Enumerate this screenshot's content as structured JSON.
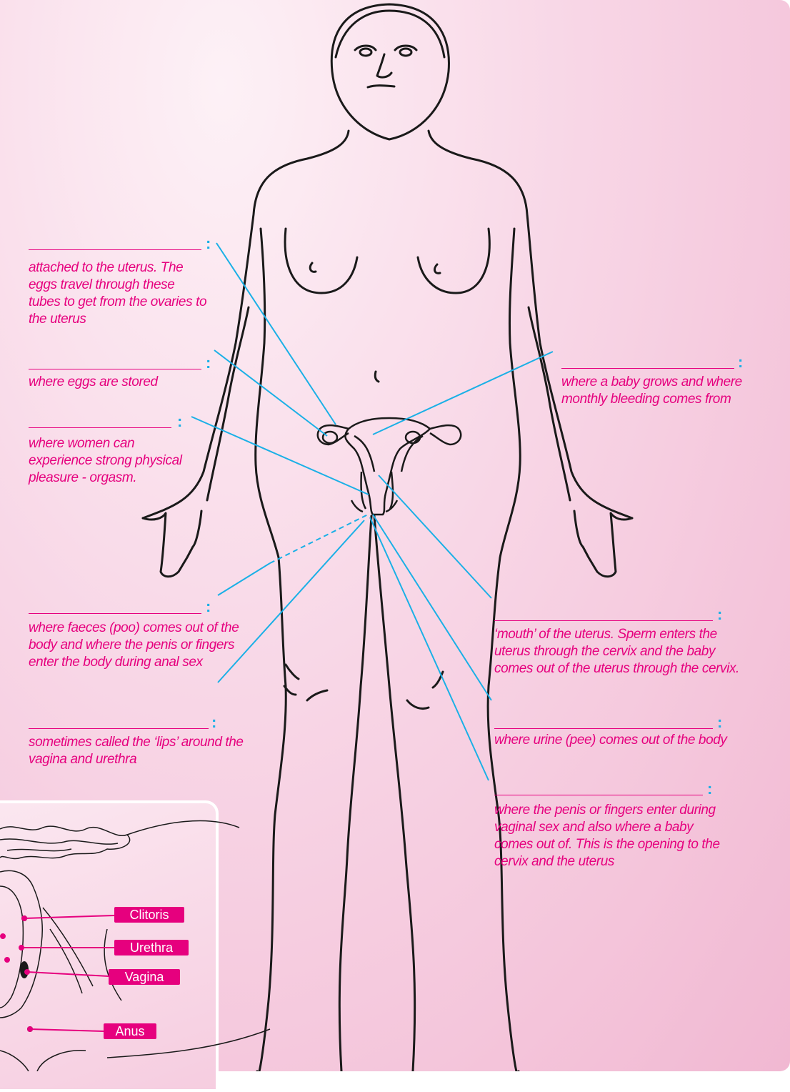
{
  "labels": {
    "fallopian_tubes": "attached to the uterus. The eggs travel through these tubes to get from the ovaries to the uterus",
    "ovaries": "where eggs are stored",
    "clitoris_desc": "where women can experience strong physical pleasure - orgasm.",
    "anus_desc": "where faeces (poo) comes out of the body and where the penis or fingers enter the body during anal sex",
    "labia": "sometimes called the ‘lips’ around the vagina and urethra",
    "uterus": "where a baby grows and where monthly bleeding comes from",
    "cervix": "‘mouth’ of the uterus. Sperm enters the uterus through the cervix and the baby comes out of the uterus through the cervix.",
    "urethra_desc": "where urine (pee) comes out of the body",
    "vagina_desc": "where the penis or fingers enter during vaginal sex and also where a baby comes out of. This is the opening to the cervix and the uterus"
  },
  "colon_mark": ":",
  "inset_tags": {
    "clitoris": "Clitoris",
    "urethra": "Urethra",
    "vagina": "Vagina",
    "anus": "Anus"
  },
  "colors": {
    "label_pink": "#e6007e",
    "pointer_blue": "#1ab0e6",
    "outline": "#1a1a1a"
  }
}
